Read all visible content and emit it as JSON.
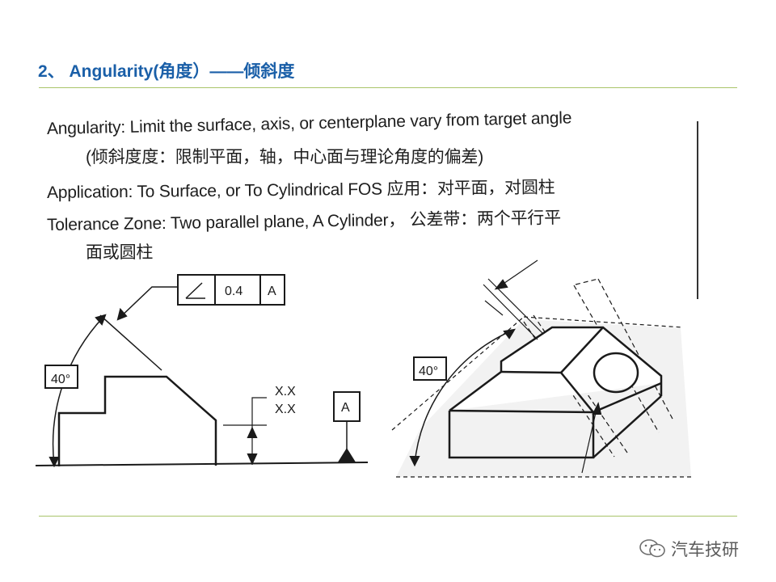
{
  "slide": {
    "title": "2、 Angularity(角度）——倾斜度"
  },
  "scan_text": {
    "line1": "Angularity: Limit the surface, axis, or centerplane vary from target angle",
    "line2": "(倾斜度度：限制平面，轴，中心面与理论角度的偏差)",
    "line3": "Application: To Surface, or To Cylindrical FOS 应用：对平面，对圆柱",
    "line4": "Tolerance Zone: Two parallel plane, A Cylinder， 公差带：两个平行平",
    "line5": "面或圆柱"
  },
  "figure": {
    "left_angle": "40°",
    "right_angle": "40°",
    "fcf_tolerance": "0.4",
    "fcf_datum": "A",
    "datum_label": "A",
    "dim_upper": "X.X",
    "dim_lower": "X.X"
  },
  "watermark": {
    "text": "汽车技研"
  },
  "colors": {
    "title": "#1a5fa8",
    "rule": "#a9c46a"
  }
}
